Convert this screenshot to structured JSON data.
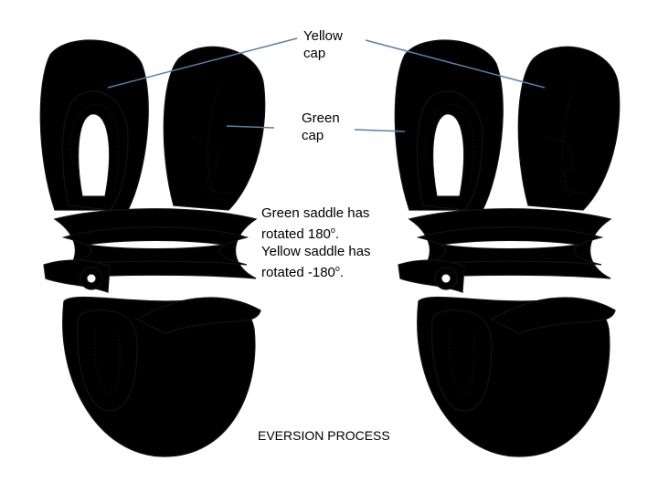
{
  "colors": {
    "green": "#20b84a",
    "yellow": "#fbbf2e",
    "outline": "#111111",
    "pointer": "#5b7fa8"
  },
  "labels": {
    "yellow_cap": "Yellow cap",
    "green_cap": "Green cap",
    "note_line1": "Green saddle has",
    "note_line2": "rotated 180",
    "note_line3": "Yellow saddle has",
    "note_line4": "rotated -180",
    "degree": "o",
    "period": ".",
    "title": "EVERSION PROCESS"
  }
}
